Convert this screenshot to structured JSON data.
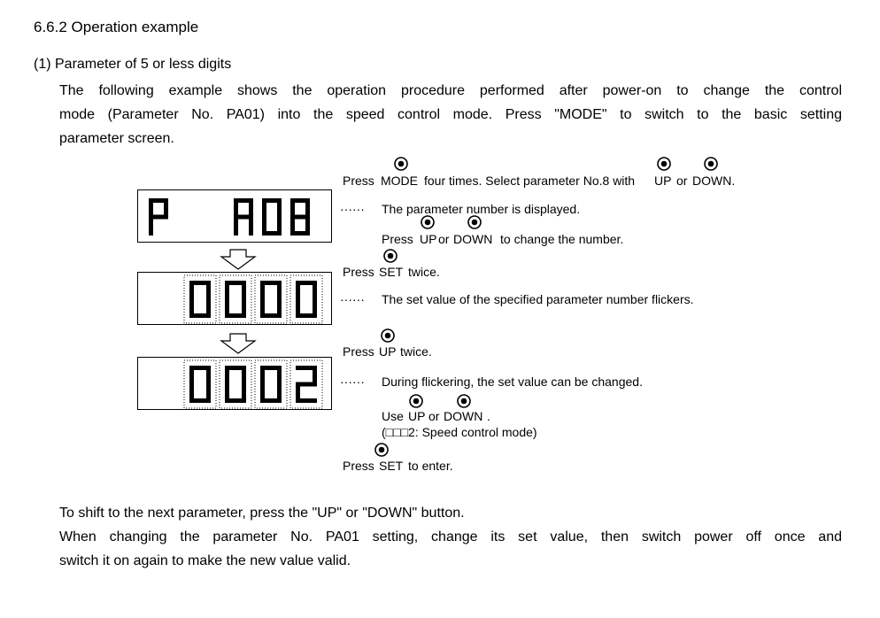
{
  "section_heading": "6.6.2 Operation example",
  "subsection_heading": "(1) Parameter of 5 or less digits",
  "intro_line1": "The following example shows the operation procedure performed after power-on to change the control",
  "intro_line2": "mode (Parameter No. PA01) into the speed control mode. Press \"MODE\" to switch to the basic setting",
  "intro_line3": "parameter screen.",
  "display1": "P  A08",
  "display2": "0000",
  "display3": "0002",
  "steps": {
    "s1_press": "Press",
    "s1_mode": "MODE",
    "s1_rest": "four times. Select parameter No.8 with",
    "s1_up": "UP",
    "s1_or": "or",
    "s1_down": "DOWN.",
    "s2_leader": "······",
    "s2_text": "The parameter number is displayed.",
    "s3_press": "Press",
    "s3_up": "UP",
    "s3_or": "or",
    "s3_down": "DOWN",
    "s3_rest": "to change the number.",
    "s4_press": "Press",
    "s4_set": "SET",
    "s4_rest": "twice.",
    "s5_leader": "······",
    "s5_text": "The set value of the specified parameter number flickers.",
    "s6_press": "Press",
    "s6_up": "UP",
    "s6_rest": "twice.",
    "s7_leader": "······",
    "s7_text": "During flickering, the set value can be changed.",
    "s8_use": "Use",
    "s8_up": "UP",
    "s8_or": "or",
    "s8_down": "DOWN",
    "s8_dot": ".",
    "s9_text": "(□□□2: Speed control mode)",
    "s10_press": "Press",
    "s10_set": "SET",
    "s10_rest": "to enter."
  },
  "outro_line1": "To shift to the next parameter, press the \"UP\" or \"DOWN\" button.",
  "outro_line2": "When changing the parameter No. PA01 setting, change its set value, then switch power off once and",
  "outro_line3": "switch it on again to make the new value valid.",
  "icons": {
    "button": "push-button-icon",
    "arrow": "down-arrow-icon"
  }
}
